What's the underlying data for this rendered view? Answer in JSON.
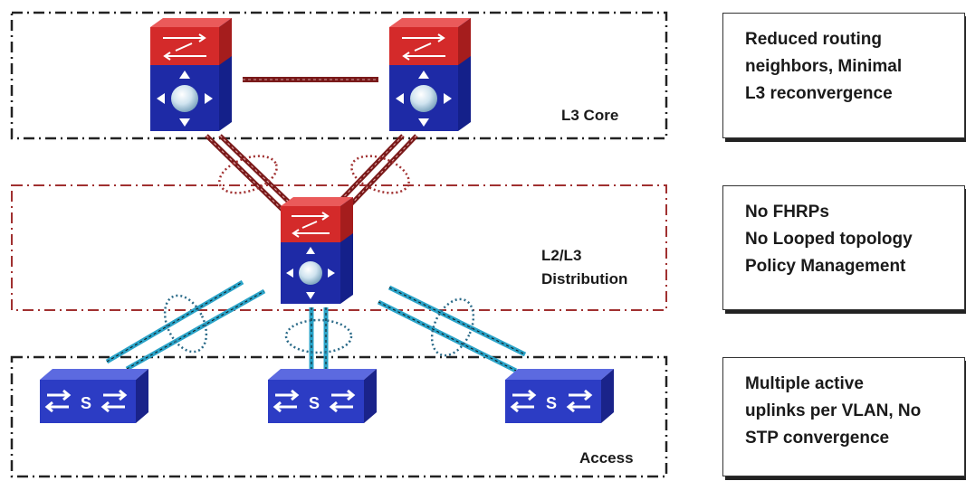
{
  "zones": {
    "core": {
      "label": "L3 Core"
    },
    "distribution": {
      "label_line1": "L2/L3",
      "label_line2": "Distribution"
    },
    "access": {
      "label": "Access"
    }
  },
  "boxes": {
    "core": {
      "lines": [
        "Reduced routing",
        "neighbors, Minimal",
        "L3 reconvergence"
      ]
    },
    "distribution": {
      "lines": [
        "No FHRPs",
        "No Looped topology",
        "Policy Management"
      ]
    },
    "access": {
      "lines": [
        "Multiple active",
        "uplinks per VLAN, No",
        "STP convergence"
      ]
    }
  },
  "devices": {
    "access_switch_glyph": "S"
  },
  "colors": {
    "router_red": "#d42a2a",
    "router_blue": "#1e2aa6",
    "access_blue": "#2c3cc4",
    "link_dark_red": "#7a1a1a",
    "link_teal": "#2aa3c8",
    "distribution_border": "#a03030"
  }
}
